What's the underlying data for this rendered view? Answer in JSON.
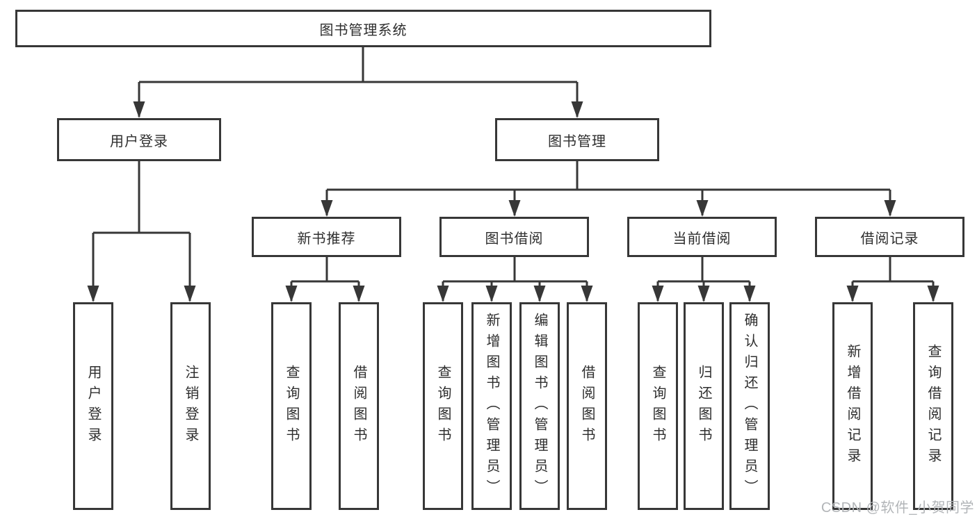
{
  "diagram": {
    "root": {
      "label": "图书管理系统"
    },
    "branches": [
      {
        "label": "用户登录",
        "children": [
          "用户登录",
          "注销登录"
        ]
      },
      {
        "label": "图书管理",
        "groups": [
          {
            "label": "新书推荐",
            "children": [
              "查询图书",
              "借阅图书"
            ]
          },
          {
            "label": "图书借阅",
            "children": [
              "查询图书",
              "新增图书（管理员）",
              "编辑图书（管理员）",
              "借阅图书"
            ]
          },
          {
            "label": "当前借阅",
            "children": [
              "查询图书",
              "归还图书",
              "确认归还（管理员）"
            ]
          },
          {
            "label": "借阅记录",
            "children": [
              "新增借阅记录",
              "查询借阅记录"
            ]
          }
        ]
      }
    ]
  },
  "watermark": {
    "text": "CSDN @软件_小贺同学"
  },
  "colors": {
    "line": "#373737",
    "text": "#2e2e2e",
    "background": "#ffffff",
    "watermark": "#b2b5b8"
  }
}
